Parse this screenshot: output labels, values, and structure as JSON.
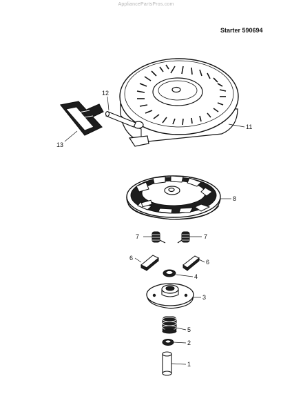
{
  "watermark": "AppliancePartsPros.com",
  "title": "Starter 590694",
  "callouts": {
    "c1": "1",
    "c2": "2",
    "c3": "3",
    "c4": "4",
    "c5": "5",
    "c6a": "6",
    "c6b": "6",
    "c7a": "7",
    "c7b": "7",
    "c8": "8",
    "c11": "11",
    "c12": "12",
    "c13": "13"
  }
}
